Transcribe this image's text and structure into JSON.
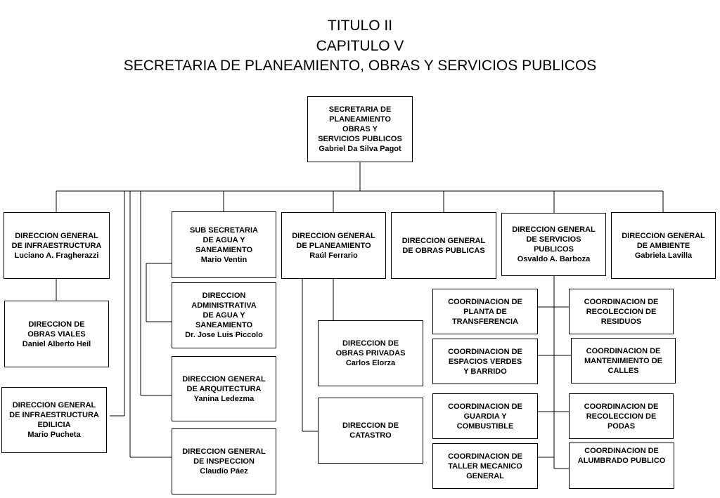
{
  "header": {
    "line1": "TITULO II",
    "line2": "CAPITULO V",
    "line3": "SECRETARIA DE PLANEAMIENTO, OBRAS Y SERVICIOS PUBLICOS"
  },
  "boxes": {
    "secretaria": [
      "SECRETARIA DE",
      "PLANEAMIENTO",
      "OBRAS Y",
      "SERVICIOS PUBLICOS",
      "Gabriel Da Silva Pagot"
    ],
    "dg_infraestructura": [
      "DIRECCION GENERAL",
      "DE INFRAESTRUCTURA",
      "Luciano A. Fragherazzi"
    ],
    "obras_viales": [
      "DIRECCION DE",
      "OBRAS VIALES",
      "Daniel Alberto Heil"
    ],
    "infra_edilicia": [
      "DIRECCION GENERAL",
      "DE INFRAESTRUCTURA",
      "EDILICIA",
      "Mario Pucheta"
    ],
    "sub_secretaria": [
      "SUB SECRETARIA",
      "DE AGUA Y",
      "SANEAMIENTO",
      "Mario Ventin"
    ],
    "dir_administrativa": [
      "DIRECCION",
      "ADMINISTRATIVA",
      "DE AGUA Y",
      "SANEAMIENTO",
      "Dr. Jose Luis Piccolo"
    ],
    "dg_arquitectura": [
      "DIRECCION GENERAL",
      "DE ARQUITECTURA",
      "Yanina Ledezma"
    ],
    "dg_inspeccion": [
      "DIRECCION GENERAL",
      "DE INSPECCION",
      "Claudio Páez"
    ],
    "dg_planeamiento": [
      "DIRECCION GENERAL",
      "DE PLANEAMIENTO",
      "Raúl Ferrario"
    ],
    "obras_privadas": [
      "DIRECCION DE",
      "OBRAS PRIVADAS",
      "Carlos Elorza"
    ],
    "catastro": [
      "DIRECCION DE",
      "CATASTRO"
    ],
    "dg_obras_publicas": [
      "DIRECCION GENERAL",
      "DE OBRAS PUBLICAS"
    ],
    "dg_servicios": [
      "DIRECCION GENERAL",
      "DE SERVICIOS",
      "PUBLICOS",
      "Osvaldo A. Barboza"
    ],
    "dg_ambiente": [
      "DIRECCION GENERAL",
      "DE AMBIENTE",
      "Gabriela Lavilla"
    ],
    "coord_planta": [
      "COORDINACION DE",
      "PLANTA DE",
      "TRANSFERENCIA"
    ],
    "coord_espacios": [
      "COORDINACION DE",
      "ESPACIOS VERDES",
      "Y BARRIDO"
    ],
    "coord_guardia": [
      "COORDINACION DE",
      "GUARDIA Y",
      "COMBUSTIBLE"
    ],
    "coord_taller": [
      "COORDINACION DE",
      "TALLER MECANICO",
      "GENERAL"
    ],
    "coord_recoleccion_residuos": [
      "COORDINACION DE",
      "RECOLECCION DE",
      "RESIDUOS"
    ],
    "coord_mantenimiento": [
      "COORDINACION DE",
      "MANTENIMIENTO DE",
      "CALLES"
    ],
    "coord_podas": [
      "COORDINACION DE",
      "RECOLECCION DE",
      "PODAS"
    ],
    "coord_alumbrado": [
      "COORDINACION DE",
      "ALUMBRADO PUBLICO"
    ]
  }
}
